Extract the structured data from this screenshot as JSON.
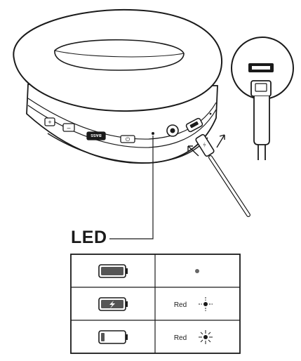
{
  "diagram": {
    "callout_label": "LED",
    "bass_button_label": "BASS",
    "status_table": {
      "rows": [
        {
          "battery_icon": "battery-full-icon",
          "led_color": "",
          "led_state": "off"
        },
        {
          "battery_icon": "battery-charging-icon",
          "led_color": "Red",
          "led_state": "solid"
        },
        {
          "battery_icon": "battery-low-icon",
          "led_color": "Red",
          "led_state": "flashing"
        }
      ]
    }
  }
}
